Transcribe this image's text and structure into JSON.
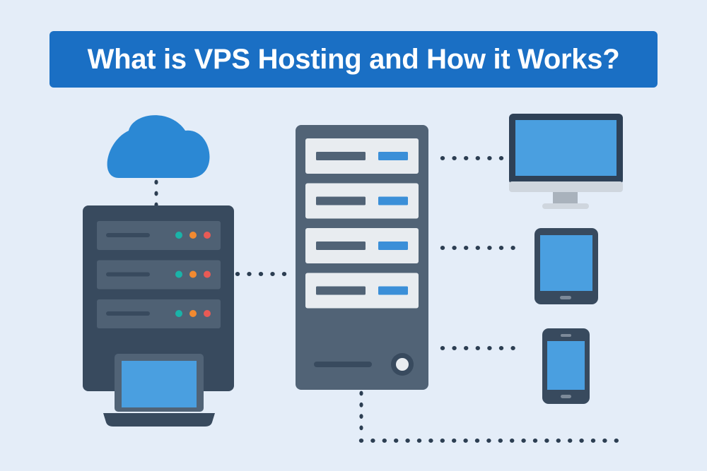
{
  "header": {
    "title": "What is VPS Hosting and How it Works?"
  },
  "colors": {
    "background": "#e4edf8",
    "title_bg": "#1a6fc4",
    "cloud": "#2b88d4",
    "server_dark": "#384a5e",
    "server_slot": "#4f6174",
    "tower": "#516376",
    "tower_slot": "#e8ecf0",
    "accent_blue": "#3b8fd8",
    "screen_blue": "#4a9fe0",
    "led_teal": "#1ab3a8",
    "led_orange": "#f28a30",
    "led_red": "#e85a55",
    "dot": "#2c3e52"
  },
  "icons": {
    "cloud": "cloud-icon",
    "rack_server": "rack-server-icon",
    "laptop": "laptop-icon",
    "tower_server": "tower-server-icon",
    "monitor": "desktop-monitor-icon",
    "tablet": "tablet-icon",
    "phone": "smartphone-icon"
  },
  "rack": {
    "units": 3,
    "leds": [
      "led_teal",
      "led_orange",
      "led_red"
    ]
  },
  "tower": {
    "slots": 4
  }
}
